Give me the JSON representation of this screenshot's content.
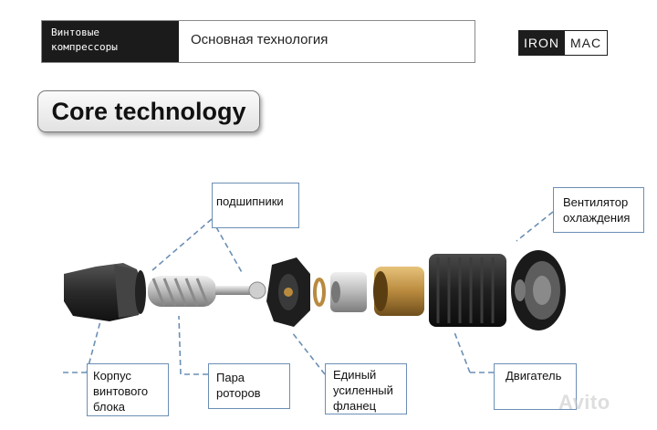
{
  "header": {
    "category_line1": "Винтовые",
    "category_line2": "компрессоры",
    "title": "Основная технология"
  },
  "brand": {
    "left": "IRON",
    "right": "MAC"
  },
  "core_label": "Core technology",
  "callouts": {
    "bearings": "подшипники",
    "fan": "Вентилятор\nохлаждения",
    "housing": "Корпус\nвинтового\nблока",
    "rotors": "Пара\nроторов",
    "flange": "Единый\nусиленный\nфланец",
    "motor": "Двигатель"
  },
  "watermark": "Avito",
  "colors": {
    "callout_border": "#6b8fb5",
    "badge_bg": "#1b1b1b",
    "bronze": "#b98a3e"
  }
}
